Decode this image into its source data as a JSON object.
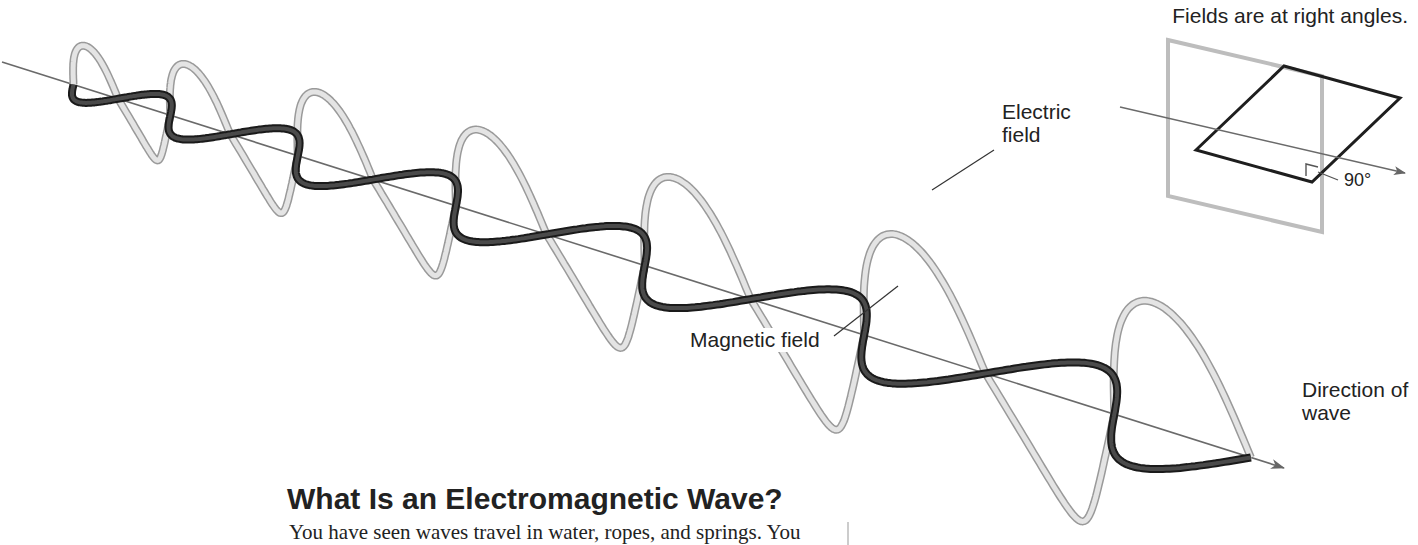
{
  "diagram": {
    "title": "What Is an Electromagnetic Wave?",
    "labels": [
      "Fields are at right angles.",
      "Electric field",
      "90°",
      "Direction of wave",
      "Magnetic field",
      "You have seen waves travel in water, ropes, and springs. You"
    ]
  }
}
